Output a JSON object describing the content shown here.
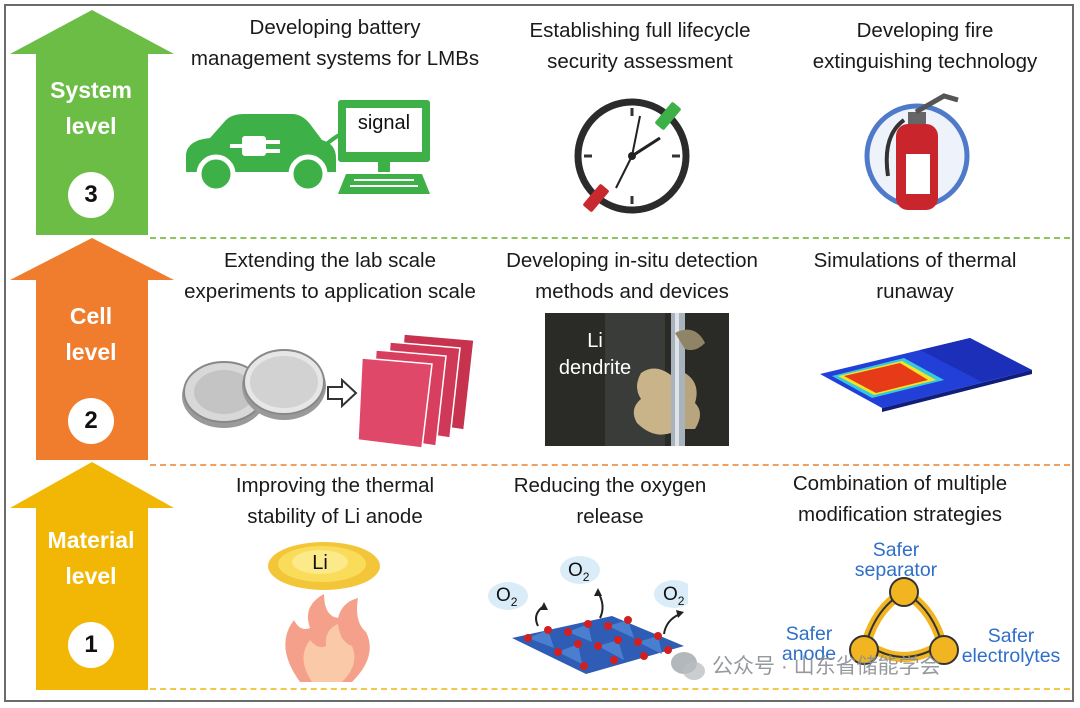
{
  "levels": [
    {
      "label_line1": "System",
      "label_line2": "level",
      "number": "3",
      "color": "#6cbd45"
    },
    {
      "label_line1": "Cell",
      "label_line2": "level",
      "number": "2",
      "color": "#ef7d2d"
    },
    {
      "label_line1": "Material",
      "label_line2": "level",
      "number": "1",
      "color": "#f2b705"
    }
  ],
  "system": {
    "bms": {
      "line1": "Developing battery",
      "line2": "management systems for LMBs",
      "signal_label": "signal"
    },
    "lifecycle": {
      "line1": "Establishing full lifecycle",
      "line2": "security assessment"
    },
    "fire": {
      "line1": "Developing fire",
      "line2": "extinguishing technology"
    }
  },
  "cell": {
    "scale": {
      "line1": "Extending the lab scale",
      "line2": "experiments to application scale"
    },
    "insitu": {
      "line1": "Developing in-situ detection",
      "line2": "methods and devices",
      "photo_label1": "Li",
      "photo_label2": "dendrite"
    },
    "simulation": {
      "line1": "Simulations of thermal",
      "line2": "runaway"
    }
  },
  "material": {
    "anode": {
      "line1": "Improving the thermal",
      "line2": "stability of Li  anode",
      "coin_label": "Li"
    },
    "oxygen": {
      "line1": "Reducing the oxygen",
      "line2": "release",
      "o2_main": "O",
      "o2_sub": "2"
    },
    "combo": {
      "line1": "Combination of multiple",
      "line2": "modification strategies",
      "separator1": "Safer",
      "separator2": "separator",
      "anode1": "Safer",
      "anode2": "anode",
      "electrolytes1": "Safer",
      "electrolytes2": "electrolytes"
    }
  },
  "watermark": "公众号 · 山东省储能学会",
  "colors": {
    "green_dash": "#8cc65a",
    "orange_dash": "#f0a060",
    "yellow_dash": "#f2c84b",
    "frame": "#6b6b6b"
  }
}
